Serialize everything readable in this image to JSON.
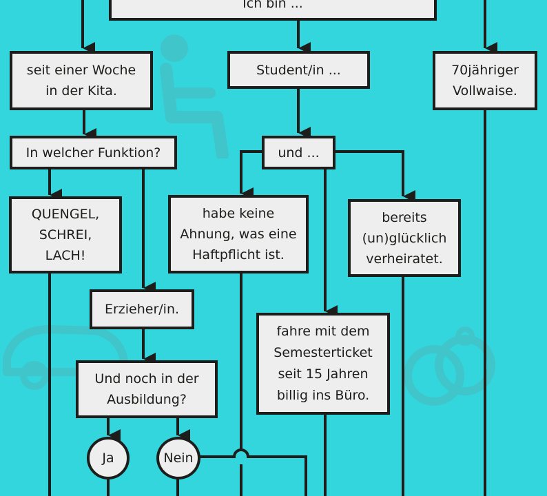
{
  "colors": {
    "background": "#33d6dc",
    "box_fill": "#eeeeee",
    "line": "#1d1d1b"
  },
  "nodes": {
    "start": "Ich bin ...",
    "kita": "seit einer Woche\nin der Kita.",
    "student": "Student/in ...",
    "waise": "70jähriger\nVollwaise.",
    "funktion": "In welcher Funktion?",
    "und": "und ...",
    "quengel": "QUENGEL,\nSCHREI,\nLACH!",
    "haftpflicht": "habe keine\nAhnung, was eine\nHaftpflicht ist.",
    "verheiratet": "bereits\n(un)glücklich\nverheiratet.",
    "erzieher": "Erzieher/in.",
    "semester": "fahre mit dem\nSemesterticket\nseit 15 Jahren\nbillig ins Büro.",
    "ausbildung": "Und noch in der\nAusbildung?",
    "ja": "Ja",
    "nein": "Nein"
  },
  "background_icons": [
    "wheelchair-icon",
    "car-icon",
    "rings-icon"
  ]
}
